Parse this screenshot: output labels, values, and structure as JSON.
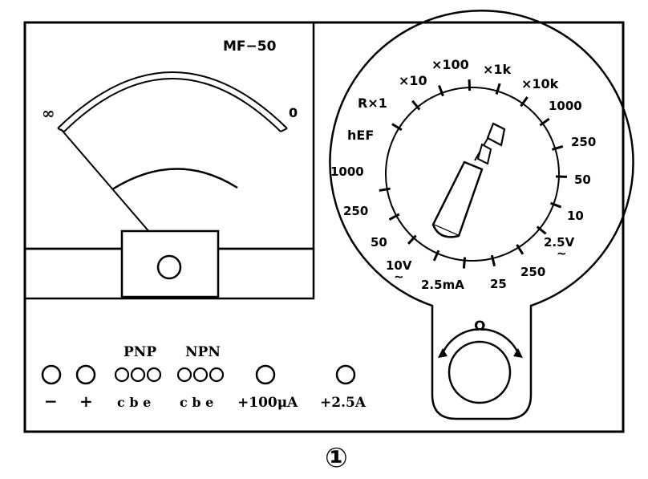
{
  "model": "MF−50",
  "meter": {
    "left_mark": "∞",
    "right_mark": "0"
  },
  "dial": {
    "ohm_symbol": "Ω",
    "ranges": [
      {
        "text": "R×1"
      },
      {
        "text": "×10"
      },
      {
        "text": "×100"
      },
      {
        "text": "×1k"
      },
      {
        "text": "×10k"
      },
      {
        "text": "1000"
      },
      {
        "text": "250"
      },
      {
        "text": "50"
      },
      {
        "text": "10"
      },
      {
        "text": "2.5V"
      },
      {
        "text": "250"
      },
      {
        "text": "25"
      },
      {
        "text": "2.5mA"
      },
      {
        "text": "10V"
      },
      {
        "text": "50"
      },
      {
        "text": "250"
      },
      {
        "text": "1000"
      },
      {
        "text": "hEF"
      }
    ]
  },
  "sockets": {
    "pnp": "PNP",
    "npn": "NPN",
    "labels": {
      "minus": "−",
      "plus": "+",
      "pnp_cbe": "c b e",
      "npn_cbe": "c b e",
      "ua": "+100μA",
      "amp": "+2.5A"
    }
  },
  "figure_number": "①"
}
